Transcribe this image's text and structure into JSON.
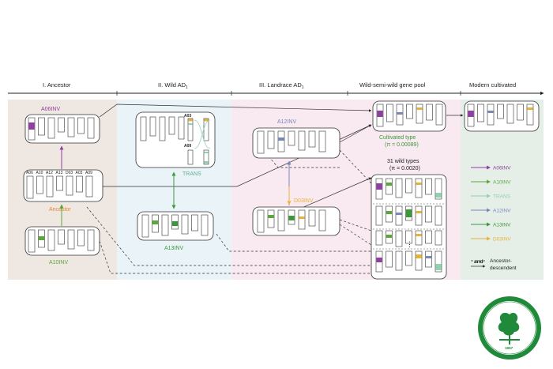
{
  "stages": [
    {
      "label": "I. Ancestor",
      "sub": ""
    },
    {
      "label": "II. Wild AD",
      "sub": "1"
    },
    {
      "label": "III. Landrace AD",
      "sub": "1"
    },
    {
      "label": "Wild-semi-wild gene pool",
      "sub": ""
    },
    {
      "label": "Modern cultivated",
      "sub": ""
    }
  ],
  "events": {
    "a06inv": "A06INV",
    "ancestor": "Ancestor",
    "a10inv": "A10INV",
    "trans": "TRANS",
    "a13inv": "A13INV",
    "a12inv": "A12INV",
    "d03inv": "D03INV"
  },
  "chromosome_labels": [
    "A06",
    "A10",
    "A12",
    "A13",
    "D03",
    "A03",
    "A09"
  ],
  "wild_chr_labels": {
    "top": "A03",
    "bottom": "A09"
  },
  "cultivated_type": {
    "label": "Cultivated type",
    "pi": "(π = 0.00089)"
  },
  "wild_types": {
    "label": "31 wild types",
    "pi": "(π = 0.0020)"
  },
  "legend": [
    {
      "label": "A06INV",
      "color": "#8e3fa0"
    },
    {
      "label": "A10INV",
      "color": "#5aa83a"
    },
    {
      "label": "TRANS",
      "color": "#8fd1b0"
    },
    {
      "label": "A12INV",
      "color": "#7a86b8"
    },
    {
      "label": "A13INV",
      "color": "#3a9a3a"
    },
    {
      "label": "D03INV",
      "color": "#e8b23a"
    }
  ],
  "legend_relation": {
    "and": "and",
    "label1": "Ancestor-",
    "label2": "descendent"
  },
  "logo": {
    "year": "1957"
  },
  "colors": {
    "panel1": "#efe7e1",
    "panel2": "#eaf3f8",
    "panel3": "#f9e9f0",
    "panel4": "#f9e9f0",
    "panel5": "#e5efe8",
    "purple": "#8e3fa0",
    "green": "#5aa83a",
    "teal": "#8fd1b0",
    "blue": "#7a86b8",
    "darkgreen": "#3a9a3a",
    "orange": "#e8b23a",
    "logo": "#1f8a3a"
  }
}
